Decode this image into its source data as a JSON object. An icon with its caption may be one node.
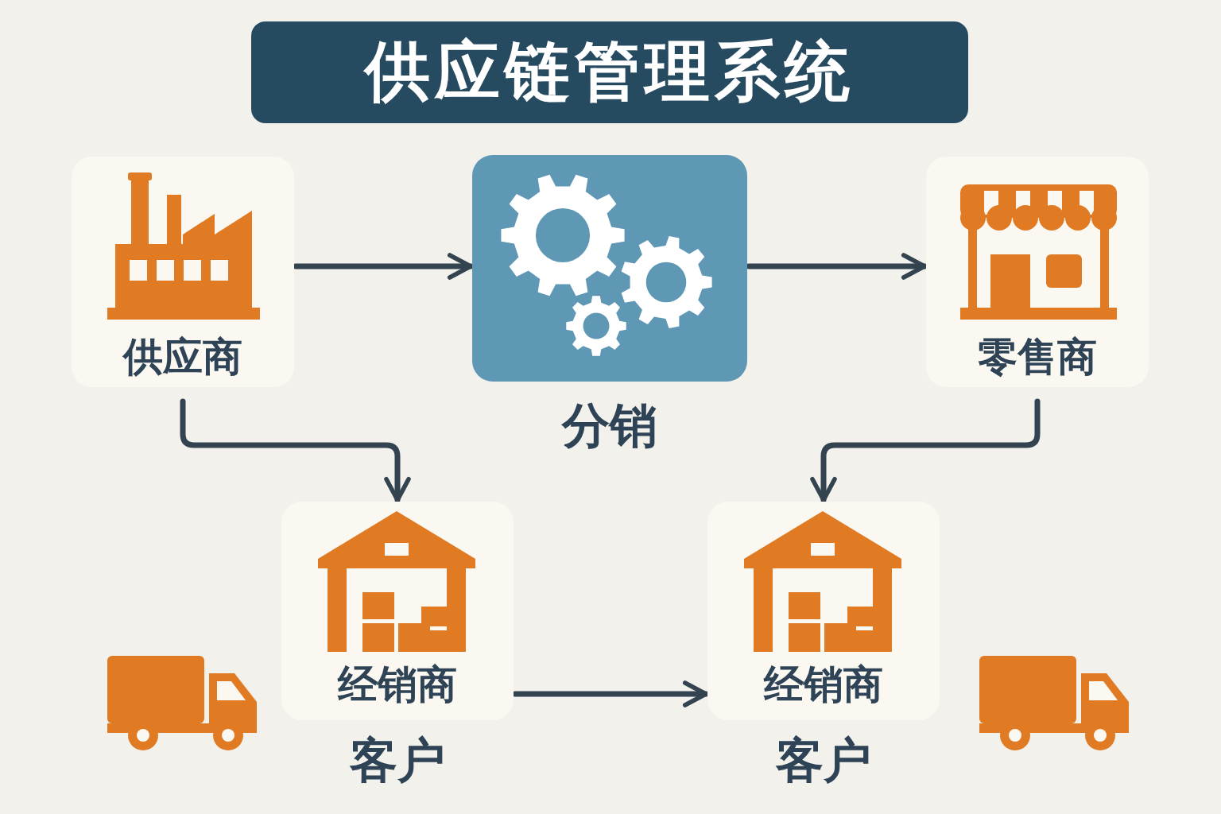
{
  "diagram": {
    "title": "供应链管理系统",
    "nodes": [
      {
        "text": [
          "供应商"
        ]
      },
      {
        "text": [
          "分销"
        ]
      },
      {
        "text": [
          "零售商"
        ]
      },
      {
        "text": [
          "经销商",
          "客户"
        ]
      },
      {
        "text": [
          "经销商",
          "客户"
        ]
      }
    ],
    "edges": [
      {
        "from": 0,
        "to": 1,
        "arrow": "to"
      },
      {
        "from": 1,
        "to": 2,
        "arrow": "to"
      },
      {
        "from": 0,
        "to": 3,
        "arrow": "to"
      },
      {
        "from": 2,
        "to": 4,
        "arrow": "to"
      },
      {
        "from": 3,
        "to": 4,
        "arrow": "to"
      }
    ]
  }
}
